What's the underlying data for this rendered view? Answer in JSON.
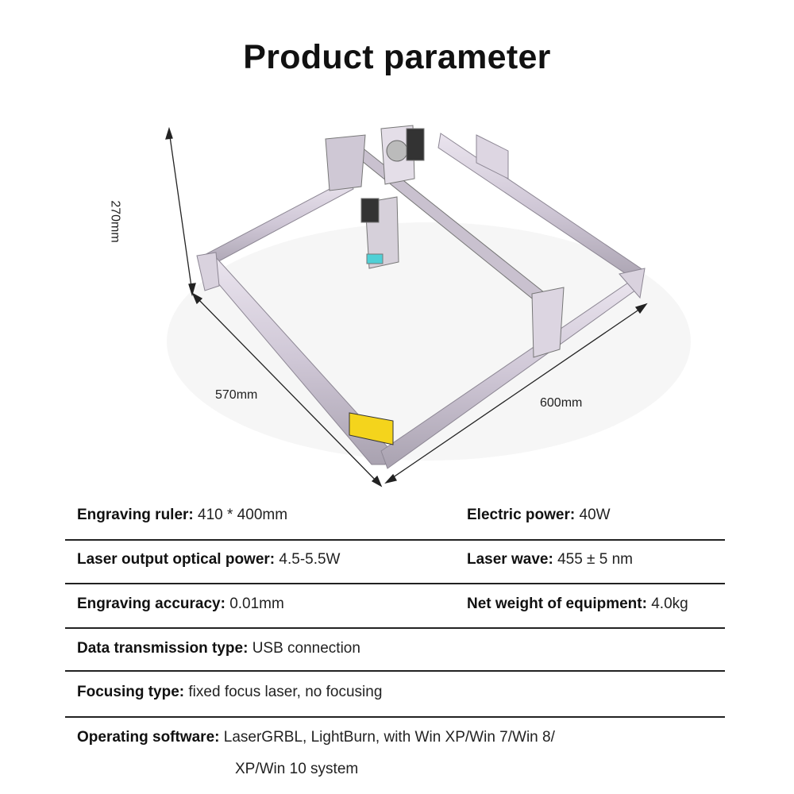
{
  "title": "Product parameter",
  "dimensions": {
    "height": "270mm",
    "depth": "570mm",
    "width": "600mm"
  },
  "specs": {
    "engraving_ruler": {
      "label": "Engraving ruler:",
      "value": "410 * 400mm"
    },
    "electric_power": {
      "label": "Electric power:",
      "value": "40W"
    },
    "laser_output": {
      "label": "Laser output optical power:",
      "value": "4.5-5.5W"
    },
    "laser_wave": {
      "label": "Laser wave:",
      "value": "455 ± 5 nm"
    },
    "accuracy": {
      "label": "Engraving accuracy:",
      "value": "0.01mm"
    },
    "net_weight": {
      "label": "Net weight of equipment:",
      "value": "4.0kg"
    },
    "data_transmission": {
      "label": "Data transmission type:",
      "value": "USB connection"
    },
    "focusing": {
      "label": "Focusing type:",
      "value": "fixed focus laser, no focusing"
    },
    "software": {
      "label": "Operating software:",
      "value": "LaserGRBL, LightBurn, with Win XP/Win 7/Win 8/",
      "value_line2": "XP/Win 10 system"
    }
  }
}
